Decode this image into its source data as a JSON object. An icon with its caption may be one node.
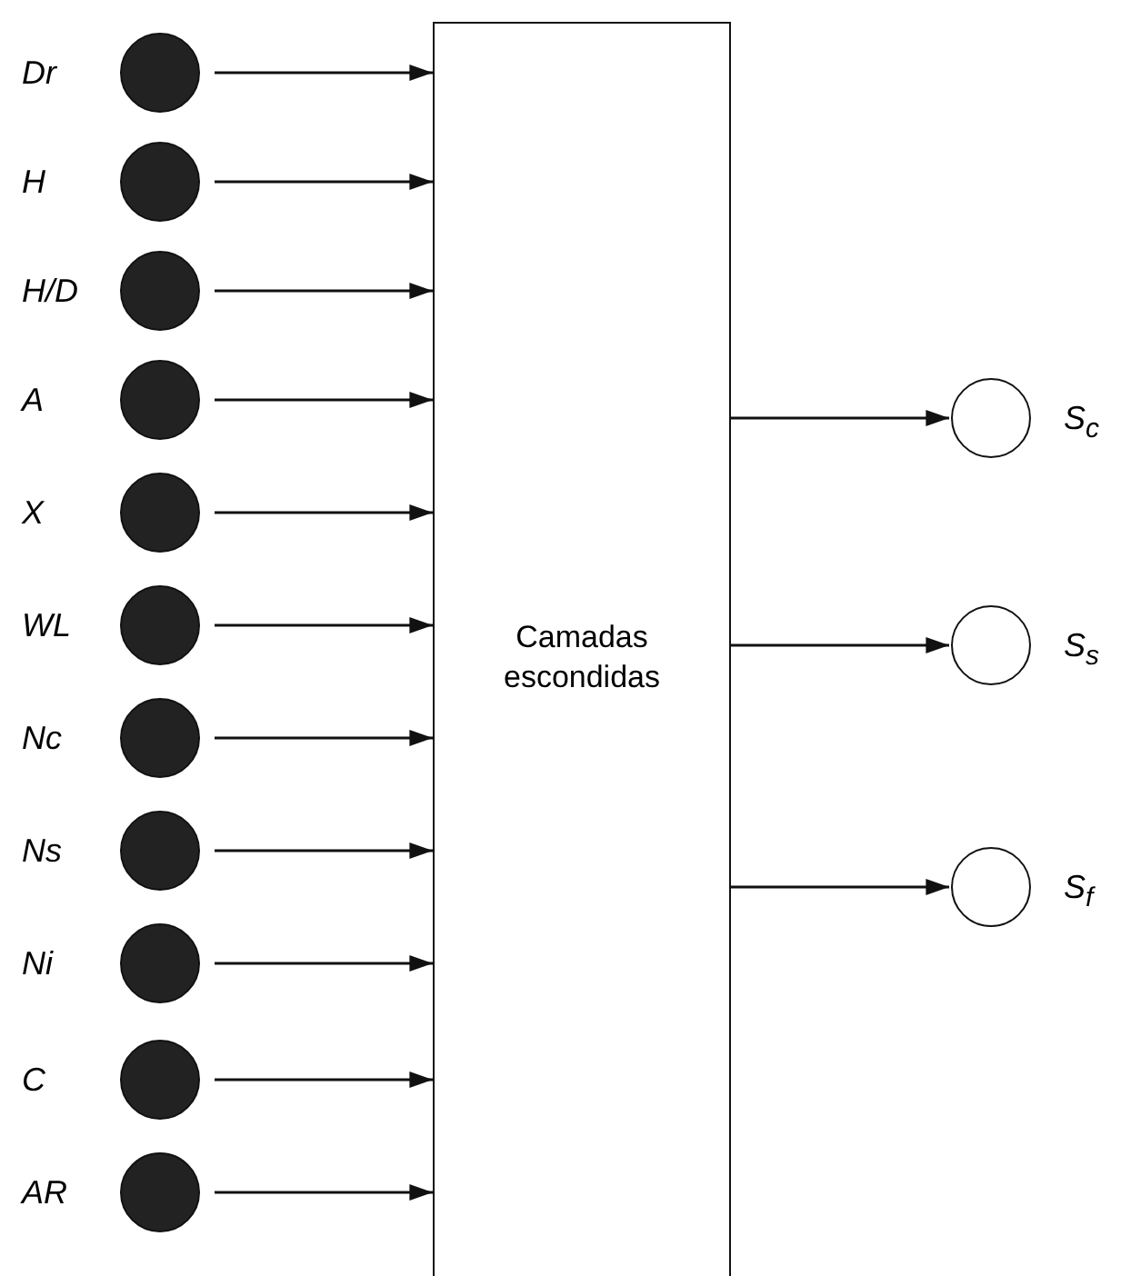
{
  "diagram": {
    "nodes": [
      {
        "text": [],
        "shape": "circle",
        "beside": [
          "Dr"
        ]
      },
      {
        "text": [],
        "shape": "circle",
        "beside": [
          "H"
        ]
      },
      {
        "text": [],
        "shape": "circle",
        "beside": [
          "H/D"
        ]
      },
      {
        "text": [],
        "shape": "circle",
        "beside": [
          "A"
        ]
      },
      {
        "text": [],
        "shape": "circle",
        "beside": [
          "X"
        ]
      },
      {
        "text": [],
        "shape": "circle",
        "beside": [
          "WL"
        ]
      },
      {
        "text": [],
        "shape": "circle",
        "beside": [
          "Nc"
        ]
      },
      {
        "text": [],
        "shape": "circle",
        "beside": [
          "Ns"
        ]
      },
      {
        "text": [],
        "shape": "circle",
        "beside": [
          "Ni"
        ]
      },
      {
        "text": [],
        "shape": "circle",
        "beside": [
          "C"
        ]
      },
      {
        "text": [],
        "shape": "circle",
        "beside": [
          "AR"
        ]
      },
      {
        "text": [
          "Camadas escondidas"
        ]
      },
      {
        "text": [],
        "shape": "circle",
        "beside": [
          "S$_{c}$"
        ]
      },
      {
        "text": [],
        "shape": "circle",
        "beside": [
          "S$_{s}$"
        ]
      },
      {
        "text": [],
        "shape": "circle",
        "beside": [
          "S$_{f}$"
        ]
      }
    ],
    "edges": [
      {
        "from": 0,
        "to": 11,
        "arrow": "to"
      },
      {
        "from": 1,
        "to": 11,
        "arrow": "to"
      },
      {
        "from": 2,
        "to": 11,
        "arrow": "to"
      },
      {
        "from": 3,
        "to": 11,
        "arrow": "to"
      },
      {
        "from": 4,
        "to": 11,
        "arrow": "to"
      },
      {
        "from": 5,
        "to": 11,
        "arrow": "to"
      },
      {
        "from": 6,
        "to": 11,
        "arrow": "to"
      },
      {
        "from": 7,
        "to": 11,
        "arrow": "to"
      },
      {
        "from": 8,
        "to": 11,
        "arrow": "to"
      },
      {
        "from": 9,
        "to": 11,
        "arrow": "to"
      },
      {
        "from": 10,
        "to": 11,
        "arrow": "to"
      },
      {
        "from": 11,
        "to": 12,
        "arrow": "to"
      },
      {
        "from": 11,
        "to": 13,
        "arrow": "to"
      },
      {
        "from": 11,
        "to": 14,
        "arrow": "to"
      }
    ]
  }
}
